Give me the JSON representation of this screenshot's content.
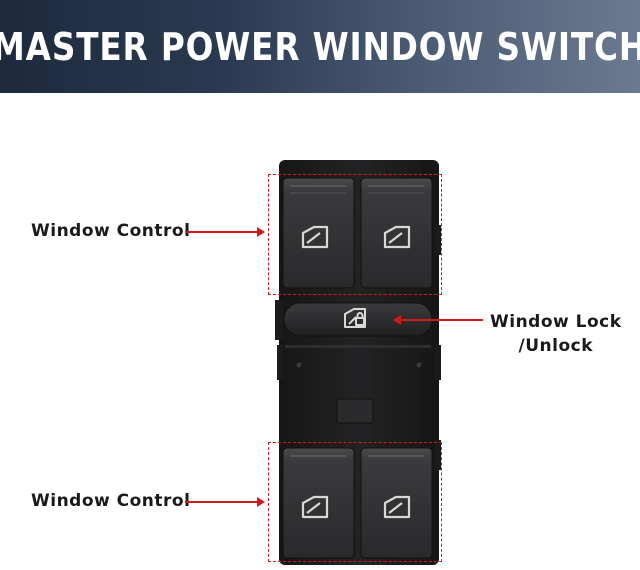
{
  "banner": {
    "title": "MASTER POWER WINDOW SWITCH"
  },
  "callouts": {
    "window_control_top": "Window Control",
    "window_control_bottom": "Window Control",
    "window_lock_line1": "Window Lock",
    "window_lock_line2": "/Unlock"
  },
  "icons": {
    "window_switch": "window-icon",
    "lock_button": "window-lock-icon"
  },
  "colors": {
    "banner_start": "#1d2a3d",
    "banner_end": "#6b7a90",
    "callout_red": "#d11a1a",
    "panel_body": "#1e1e1f",
    "button_face": "#3a3a3c"
  }
}
